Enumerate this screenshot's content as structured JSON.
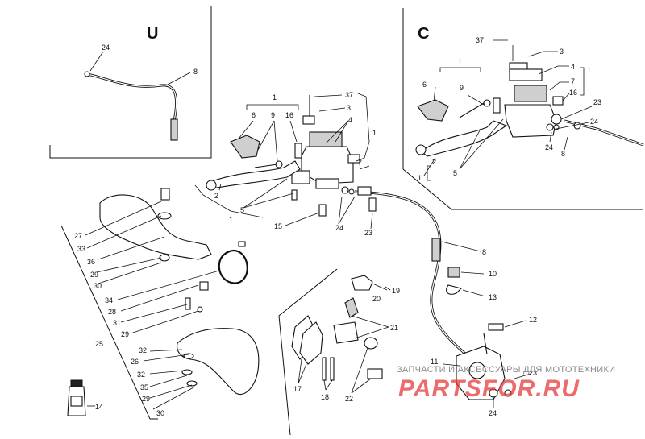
{
  "sections": {
    "u": "U",
    "c": "C"
  },
  "watermark": {
    "top": "ЗАПЧАСТИ И АКСЕССУАРЫ ДЛЯ МОТОТЕХНИКИ",
    "logo": "PARTSFOR.RU"
  },
  "labels": {
    "u_24": "24",
    "u_8": "8",
    "c_37": "37",
    "c_1a": "1",
    "c_3": "3",
    "c_4": "4",
    "c_1b": "1",
    "c_6": "6",
    "c_9": "9",
    "c_7": "7",
    "c_16": "16",
    "c_23": "23",
    "c_24a": "24",
    "c_2": "2",
    "c_24b": "24",
    "c_8": "8",
    "c_1c": "1",
    "c_5": "5",
    "m_1a": "1",
    "m_37": "37",
    "m_3": "3",
    "m_6": "6",
    "m_9": "9",
    "m_16": "16",
    "m_4": "4",
    "m_1b": "1",
    "m_7": "7",
    "m_2": "2",
    "m_5": "5",
    "m_1c": "1",
    "m_15": "15",
    "m_24": "24",
    "m_23": "23",
    "l_27": "27",
    "l_33": "33",
    "l_36": "36",
    "l_29a": "29",
    "l_30a": "30",
    "l_34": "34",
    "l_28": "28",
    "l_31": "31",
    "l_29b": "29",
    "l_32a": "32",
    "l_26": "26",
    "l_32b": "32",
    "l_35": "35",
    "l_29c": "29",
    "l_30b": "30",
    "l_25": "25",
    "l_14": "14",
    "r_8": "8",
    "r_10": "10",
    "r_13": "13",
    "r_12": "12",
    "r_11": "11",
    "r_23": "23",
    "r_24": "24",
    "r_19": "19",
    "r_20": "20",
    "r_21": "21",
    "r_17": "17",
    "r_18": "18",
    "r_22": "22"
  }
}
